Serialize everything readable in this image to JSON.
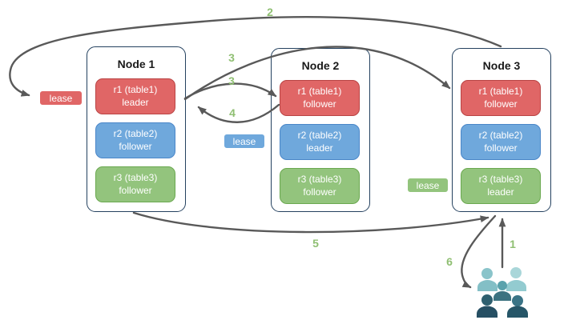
{
  "nodes": [
    {
      "title": "Node 1",
      "replicas": [
        {
          "name": "r1 (table1)",
          "role": "leader"
        },
        {
          "name": "r2 (table2)",
          "role": "follower"
        },
        {
          "name": "r3 (table3)",
          "role": "follower"
        }
      ]
    },
    {
      "title": "Node 2",
      "replicas": [
        {
          "name": "r1 (table1)",
          "role": "follower"
        },
        {
          "name": "r2 (table2)",
          "role": "leader"
        },
        {
          "name": "r3 (table3)",
          "role": "follower"
        }
      ]
    },
    {
      "title": "Node 3",
      "replicas": [
        {
          "name": "r1 (table1)",
          "role": "follower"
        },
        {
          "name": "r2 (table2)",
          "role": "follower"
        },
        {
          "name": "r3 (table3)",
          "role": "leader"
        }
      ]
    }
  ],
  "leases": {
    "red_label": "lease",
    "blue_label": "lease",
    "green_label": "lease"
  },
  "steps": {
    "s1": "1",
    "s2": "2",
    "s3a": "3",
    "s3b": "3",
    "s4": "4",
    "s5": "5",
    "s6": "6"
  },
  "icons": {
    "users": "users-group-icon"
  },
  "colors": {
    "range_red": "#e06666",
    "range_red_border": "#b94444",
    "range_blue": "#6fa8dc",
    "range_blue_border": "#4a86c8",
    "range_green": "#93c47d",
    "range_green_border": "#6aa84f",
    "node_border": "#24415f",
    "arrow_gray": "#595959",
    "step_label_green": "#8fbf72",
    "users_light_teal": "#9fd2d6",
    "users_mid_teal": "#5aa2ac",
    "users_dark_teal": "#2e5f6f"
  }
}
